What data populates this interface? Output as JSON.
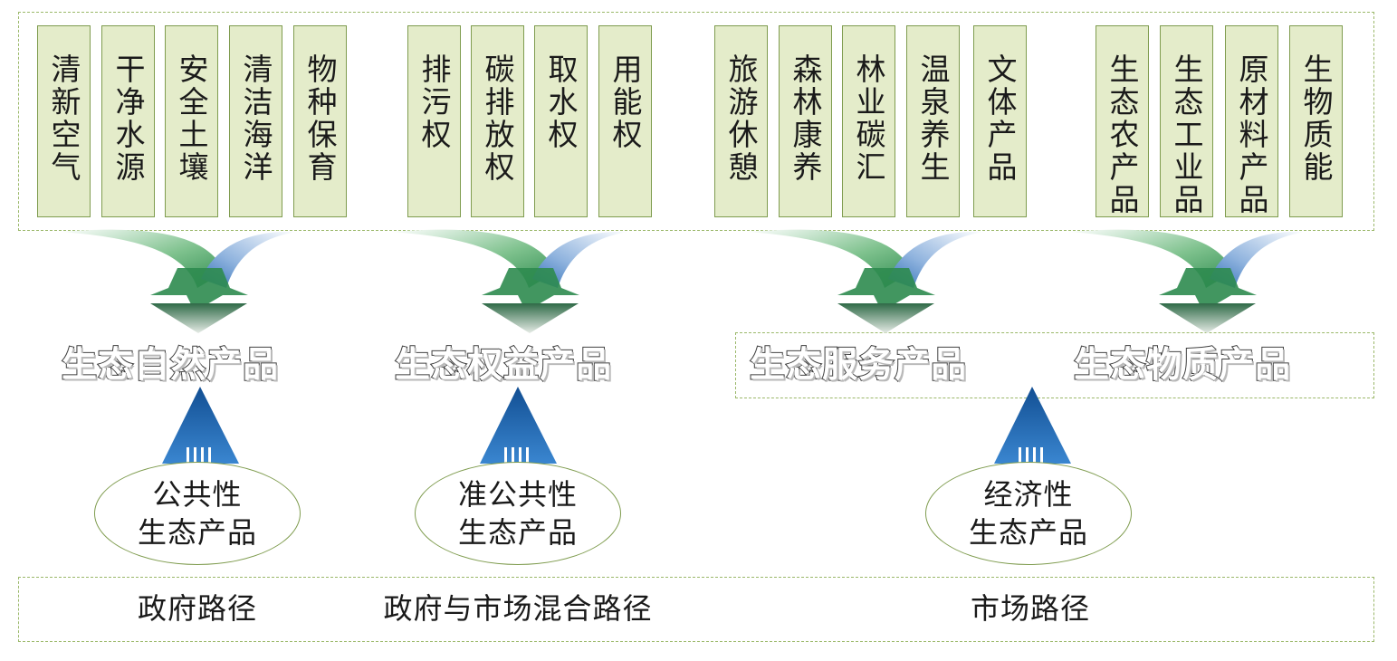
{
  "groups": [
    {
      "cards": [
        "清新空气",
        "干净水源",
        "安全土壤",
        "清洁海洋",
        "物种保育"
      ]
    },
    {
      "cards": [
        "排污权",
        "碳排放权",
        "取水权",
        "用能权"
      ]
    },
    {
      "cards": [
        "旅游休憩",
        "森林康养",
        "林业碳汇",
        "温泉养生",
        "文体产品"
      ]
    },
    {
      "cards": [
        "生态农产品",
        "生态工业品",
        "原材料产品",
        "生物质能"
      ]
    }
  ],
  "product_types": [
    "生态自然产品",
    "生态权益产品",
    "生态服务产品",
    "生态物质产品"
  ],
  "attributes": [
    {
      "line1": "公共性",
      "line2": "生态产品"
    },
    {
      "line1": "准公共性",
      "line2": "生态产品"
    },
    {
      "line1": "经济性",
      "line2": "生态产品"
    }
  ],
  "paths": [
    "政府路径",
    "政府与市场混合路径",
    "市场路径"
  ],
  "colors": {
    "card_fill": "#e4ecca",
    "card_border": "#7f9c4f",
    "frame_border": "#9bb86a",
    "arrow_green": "#2e8b4f",
    "arrow_blue": "#2f6fb8",
    "up_arrow_blue": "#1e6fb5"
  }
}
